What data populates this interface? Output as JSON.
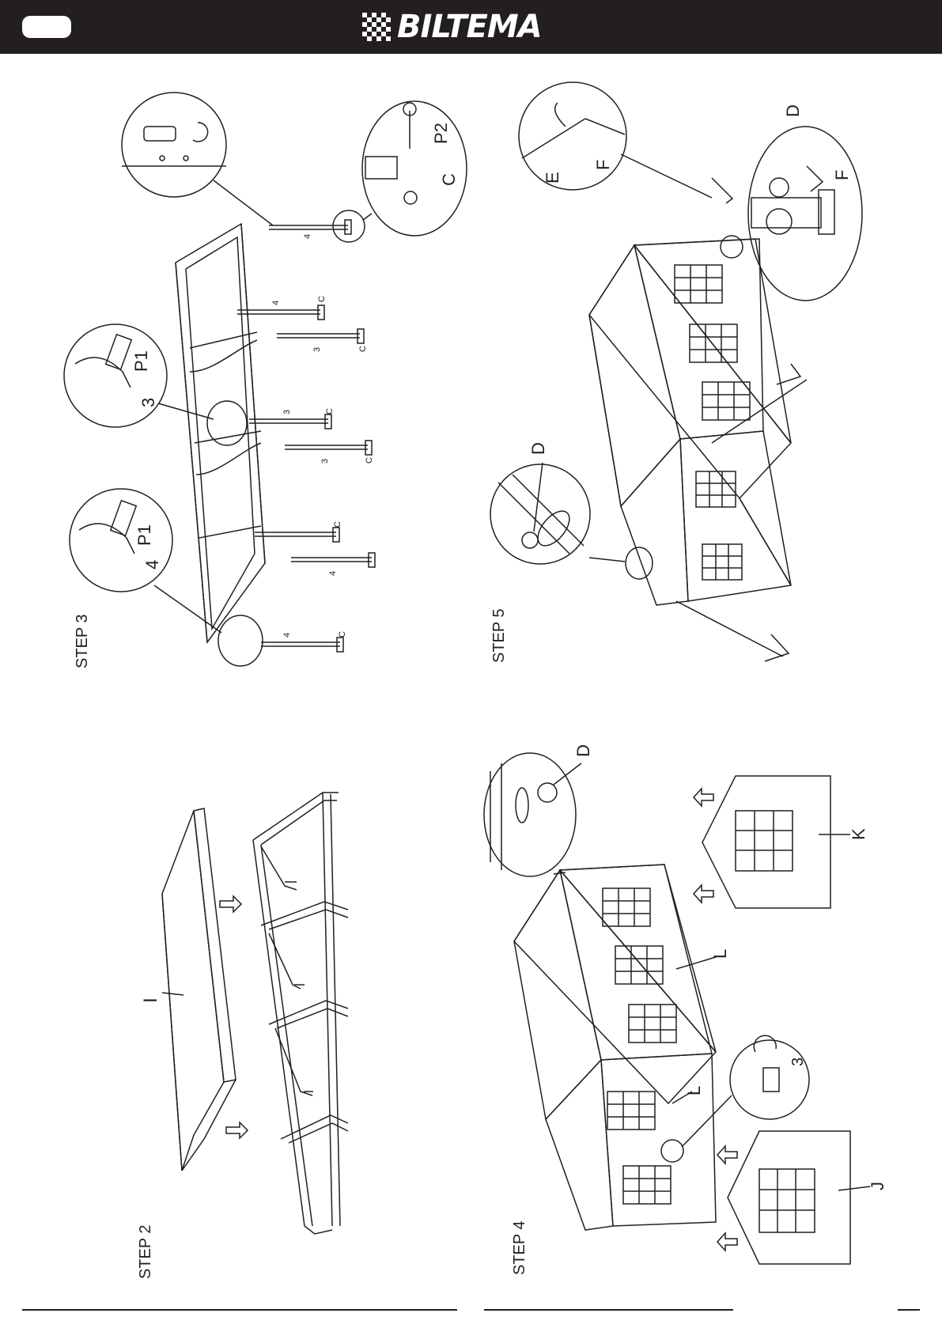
{
  "header": {
    "brand": "BILTEMA"
  },
  "steps": [
    {
      "label": "STEP 3",
      "callouts": [
        "P1",
        "4",
        "P1",
        "3",
        "P2",
        "C"
      ],
      "pole_labels": [
        "4",
        "4",
        "3",
        "3",
        "3",
        "4",
        "4"
      ],
      "foot_labels": [
        "C",
        "C",
        "C",
        "C",
        "C",
        "C"
      ]
    },
    {
      "label": "STEP 5",
      "callouts": [
        "D",
        "D",
        "E",
        "F",
        "F"
      ]
    },
    {
      "label": "STEP 2",
      "callouts": [
        "I"
      ]
    },
    {
      "label": "STEP 4",
      "callouts": [
        "D",
        "L",
        "L",
        "K",
        "J",
        "3"
      ]
    }
  ]
}
